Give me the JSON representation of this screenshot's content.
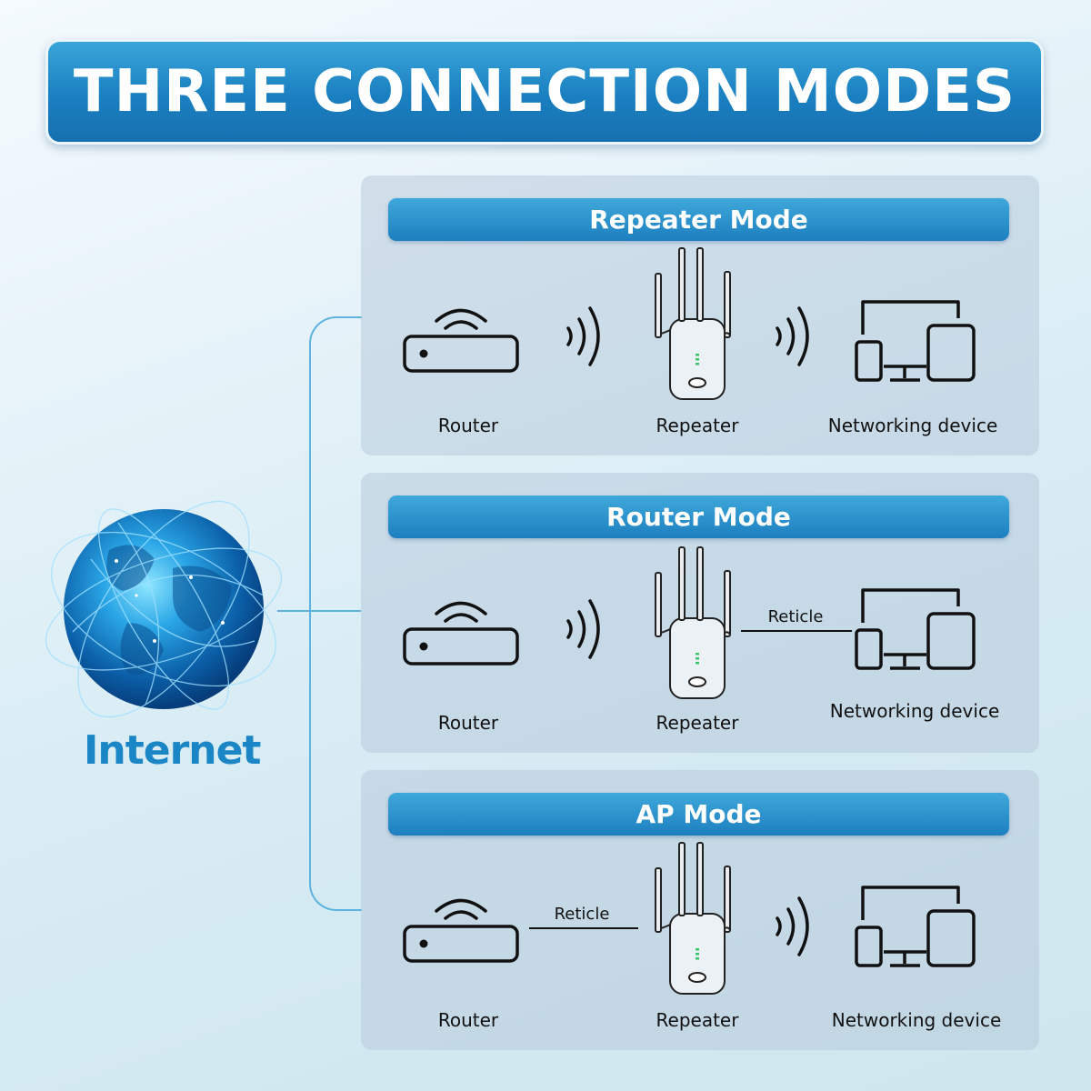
{
  "title": "THREE CONNECTION MODES",
  "internet_label": "Internet",
  "modes": [
    {
      "title": "Repeater Mode",
      "router_label": "Router",
      "repeater_label": "Repeater",
      "device_label": "Networking device",
      "link1": "wireless",
      "link2": "wireless"
    },
    {
      "title": "Router Mode",
      "router_label": "Router",
      "repeater_label": "Repeater",
      "device_label": "Networking device",
      "link1": "wireless",
      "link2": "cable",
      "link2_label": "Reticle"
    },
    {
      "title": "AP Mode",
      "router_label": "Router",
      "repeater_label": "Repeater",
      "device_label": "Networking device",
      "link1": "cable",
      "link1_label": "Reticle",
      "link2": "wireless"
    }
  ],
  "colors": {
    "accent": "#1d7fbf",
    "internet_text": "#1b86c6",
    "connector": "#5fb3df",
    "indicator": "#3cc46a"
  }
}
